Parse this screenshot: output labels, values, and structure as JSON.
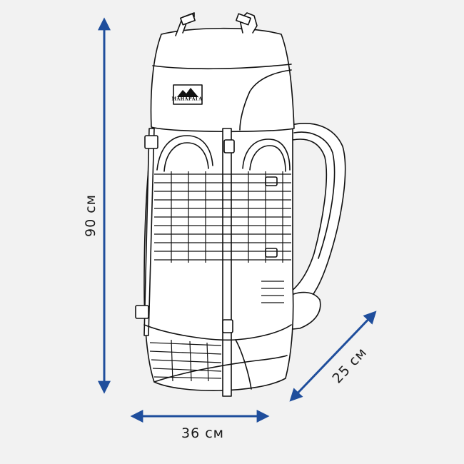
{
  "dimensions": {
    "height": "90 см",
    "width": "36 см",
    "depth": "25 см"
  },
  "brand": {
    "logo_text": "МАНАРАГА"
  },
  "colors": {
    "arrow": "#1f4e9c",
    "outline": "#111111",
    "background": "#f2f2f2",
    "fill": "#ffffff"
  }
}
